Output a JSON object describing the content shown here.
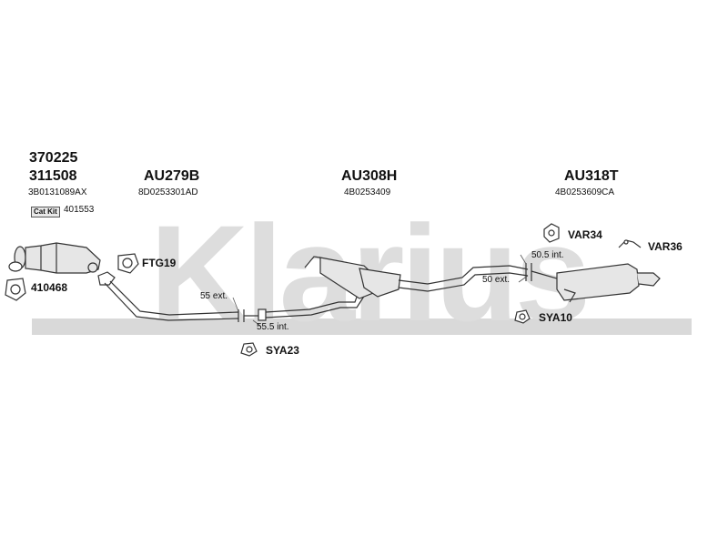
{
  "watermark": "Klarius",
  "colors": {
    "watermark": "#d9d9d9",
    "line": "#333333",
    "part_fill": "#e6e6e6"
  },
  "groups": {
    "cat": {
      "code_a": "370225",
      "code_b": "311508",
      "oe": "3B0131089AX",
      "catkit_label": "Cat Kit",
      "catkit_number": "401553"
    },
    "front": {
      "code": "AU279B",
      "oe": "8D0253301AD"
    },
    "middle": {
      "code": "AU308H",
      "oe": "4B0253409"
    },
    "rear": {
      "code": "AU318T",
      "oe": "4B0253609CA"
    }
  },
  "fittings": {
    "ftg19": "FTG19",
    "p410468": "410468",
    "var34": "VAR34",
    "var36": "VAR36",
    "sya10": "SYA10",
    "sya23": "SYA23"
  },
  "notes": {
    "ext55": "55 ext.",
    "int55_5": "55.5 int.",
    "int50_5": "50.5 int.",
    "ext50": "50 ext."
  }
}
